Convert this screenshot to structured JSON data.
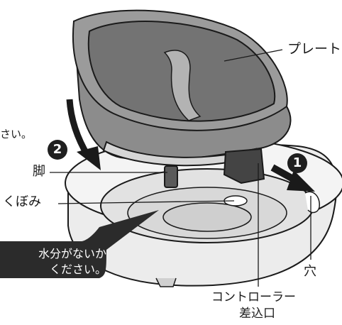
{
  "labels": {
    "plate": "プレート",
    "leg": "脚",
    "dimple": "くぼみ",
    "hole": "穴",
    "controller_line1": "コントローラー",
    "controller_line2": "差込口",
    "cut_text": "さい。"
  },
  "callout": {
    "line1": "水分がないか",
    "line2": "ください。"
  },
  "steps": {
    "one": "1",
    "two": "2"
  },
  "colors": {
    "plate_fill": "#8a8a8a",
    "plate_inner": "#6e6e6e",
    "base_fill": "#e9e9e9",
    "outline": "#1a1a1a",
    "callout_fill": "#2b2b2b"
  }
}
